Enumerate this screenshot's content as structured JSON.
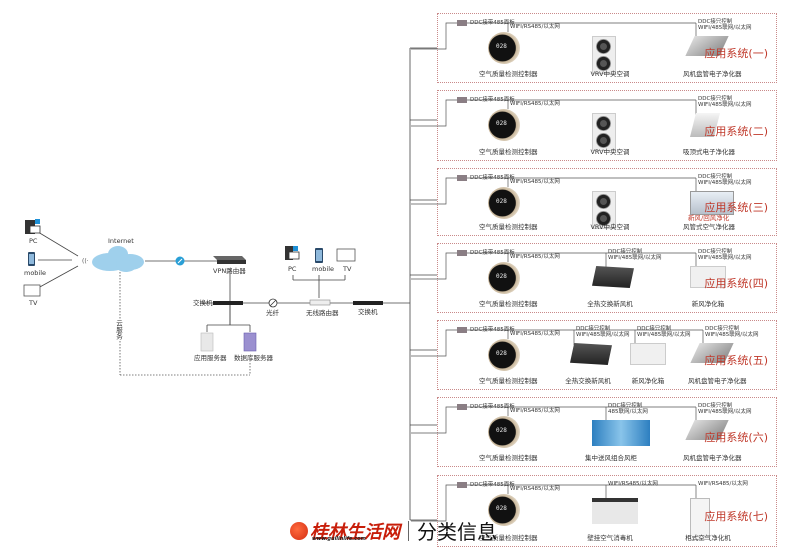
{
  "network": {
    "clients": [
      {
        "label": "PC",
        "icon": "pc-icon"
      },
      {
        "label": "mobile",
        "icon": "mobile-icon"
      },
      {
        "label": "TV",
        "icon": "tv-icon"
      }
    ],
    "internet_label": "Internet",
    "vpn_label": "VPN路由器",
    "switch_label_left": "交换机",
    "fiber_label": "光纤",
    "wifi_router_label": "无线路由器",
    "switch_label_right": "交换机",
    "app_server_label": "应用服务器",
    "db_server_label": "数据库服务器",
    "cloud_backup_label": "云服务",
    "lan_clients": [
      {
        "label": "PC"
      },
      {
        "label": "mobile"
      },
      {
        "label": "TV"
      }
    ]
  },
  "systems": [
    {
      "title": "应用系统(一)",
      "ddc": "DDC接带485面板",
      "controller_display": "028",
      "links": [
        "WIFI/RS485/以太网",
        "DDC接只控制\nWIFI/485联网/以太网"
      ],
      "devices": [
        {
          "label": "空气质量检测控制器",
          "type": "controller"
        },
        {
          "label": "VRV中央空调",
          "type": "vrv"
        },
        {
          "label": "风机盘管电子净化器",
          "type": "purifier"
        }
      ]
    },
    {
      "title": "应用系统(二)",
      "ddc": "DDC接带485面板",
      "controller_display": "028",
      "links": [
        "WIFI/RS485/以太网",
        "DDC接只控制\nWIFI/485联网/以太网"
      ],
      "devices": [
        {
          "label": "空气质量检测控制器",
          "type": "controller"
        },
        {
          "label": "VRV中央空调",
          "type": "vrv"
        },
        {
          "label": "吸顶式电子净化器",
          "type": "cassette"
        }
      ]
    },
    {
      "title": "应用系统(三)",
      "ddc": "DDC接带485面板",
      "controller_display": "028",
      "links": [
        "WIFI/RS485/以太网",
        "DDC接只控制\nWIFI/485联网/以太网"
      ],
      "devices": [
        {
          "label": "空气质量检测控制器",
          "type": "controller"
        },
        {
          "label": "VRV中央空调",
          "type": "vrv"
        },
        {
          "label": "风管式空气净化器",
          "type": "ductbox",
          "sublabel": "新风/回风净化"
        }
      ]
    },
    {
      "title": "应用系统(四)",
      "ddc": "DDC接带485面板",
      "controller_display": "028",
      "links": [
        "WIFI/RS485/以太网",
        "DDC接只控制\nWIFI/485联网/以太网",
        "DDC接只控制\nWIFI/485联网/以太网"
      ],
      "devices": [
        {
          "label": "空气质量检测控制器",
          "type": "controller"
        },
        {
          "label": "全热交换新风机",
          "type": "hrv"
        },
        {
          "label": "新风净化箱",
          "type": "freshbox"
        }
      ]
    },
    {
      "title": "应用系统(五)",
      "ddc": "DDC接带485面板",
      "controller_display": "028",
      "links": [
        "WIFI/RS485/以太网",
        "DDC接只控制\nWIFI/485联网/以太网",
        "DDC接只控制\nWIFI/485联网/以太网",
        "DDC接只控制\nWIFI/485联网/以太网"
      ],
      "devices": [
        {
          "label": "空气质量检测控制器",
          "type": "controller"
        },
        {
          "label": "全热交换新风机",
          "type": "hrv"
        },
        {
          "label": "新风净化箱",
          "type": "freshbox"
        },
        {
          "label": "风机盘管电子净化器",
          "type": "purifier"
        }
      ]
    },
    {
      "title": "应用系统(六)",
      "ddc": "DDC接带485面板",
      "controller_display": "028",
      "links": [
        "WIFI/RS485/以太网",
        "DDC接只控制\n485联网/以太网",
        "DDC接只控制\nWIFI/485联网/以太网"
      ],
      "devices": [
        {
          "label": "空气质量检测控制器",
          "type": "controller"
        },
        {
          "label": "集中送风组合风柜",
          "type": "ahu"
        },
        {
          "label": "风机盘管电子净化器",
          "type": "purifier"
        }
      ]
    },
    {
      "title": "应用系统(七)",
      "ddc": "DDC接带485面板",
      "controller_display": "028",
      "links": [
        "WIFI/RS485/以太网",
        "WIFI/RS485/以太网",
        "WIFI/RS485/以太网"
      ],
      "devices": [
        {
          "label": "空气质量检测控制器",
          "type": "controller"
        },
        {
          "label": "壁挂空气消毒机",
          "type": "wallunit"
        },
        {
          "label": "柜式空气净化机",
          "type": "standunit"
        }
      ]
    }
  ],
  "watermark": {
    "brand": "桂林生活网",
    "url": "www.guilinlife.com",
    "category": "分类信息"
  },
  "colors": {
    "system_title": "#c0392b",
    "box_border": "#c98a8a",
    "line": "#555555",
    "cloud": "#9fd0ec"
  }
}
